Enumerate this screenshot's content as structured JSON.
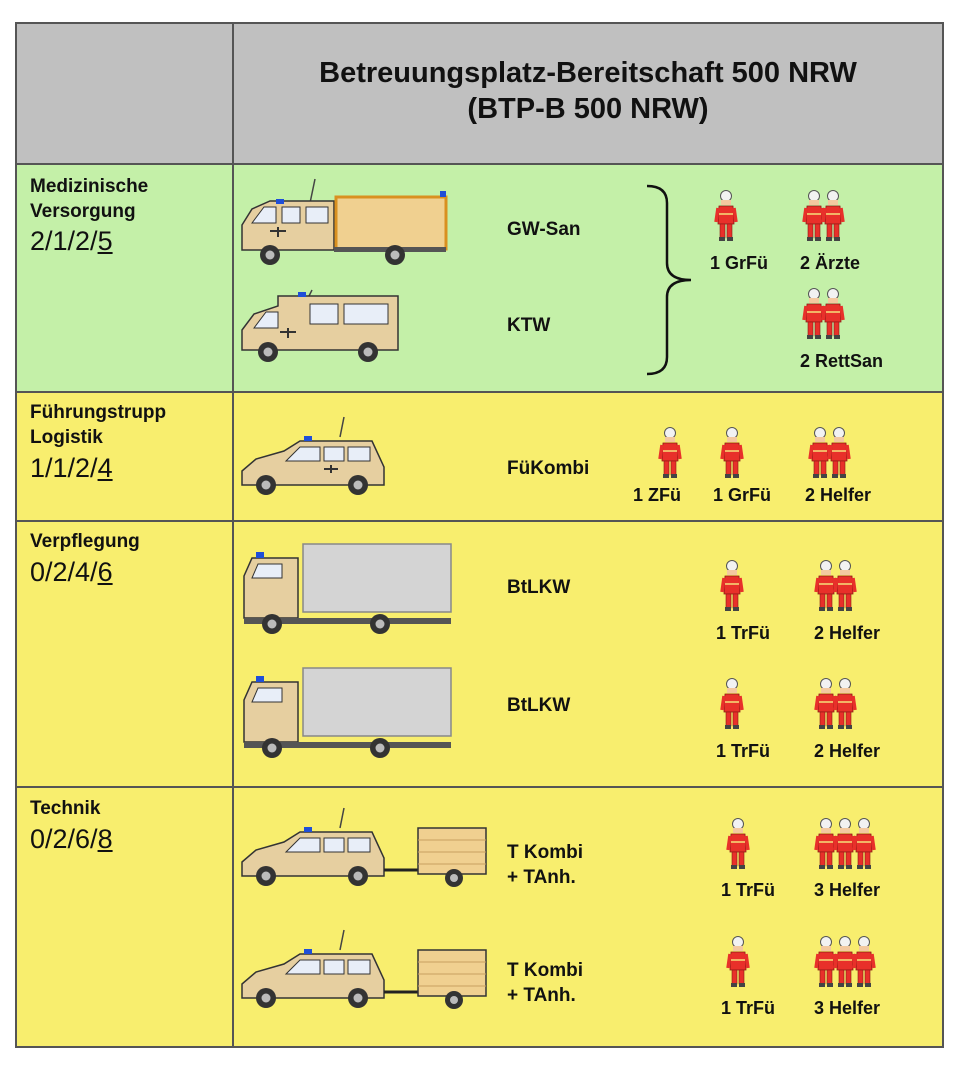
{
  "title": {
    "line1": "Betreuungsplatz-Bereitschaft 500 NRW",
    "line2": "(BTP-B 500 NRW)"
  },
  "sections": [
    {
      "label": "Medizinische\nVersorgung",
      "strength_prefix": "2/1/2/",
      "strength_total": "5",
      "vehicles": [
        "GW-San",
        "KTW"
      ],
      "personnel": [
        "1 GrFü",
        "2 Ärzte",
        "2 RettSan"
      ]
    },
    {
      "label": "Führungstrupp\nLogistik",
      "strength_prefix": "1/1/2/",
      "strength_total": "4",
      "vehicles": [
        "FüKombi"
      ],
      "personnel": [
        "1 ZFü",
        "1 GrFü",
        "2 Helfer"
      ]
    },
    {
      "label": "Verpflegung",
      "strength_prefix": "0/2/4/",
      "strength_total": "6",
      "vehicles": [
        "BtLKW",
        "BtLKW"
      ],
      "personnel": [
        "1 TrFü",
        "2 Helfer",
        "1 TrFü",
        "2 Helfer"
      ]
    },
    {
      "label": "Technik",
      "strength_prefix": "0/2/6/",
      "strength_total": "8",
      "vehicles": [
        "T Kombi\n+ TAnh.",
        "T Kombi\n+ TAnh."
      ],
      "personnel": [
        "1 TrFü",
        "3 Helfer",
        "1 TrFü",
        "3 Helfer"
      ]
    }
  ],
  "icons": {
    "vehicle_body_color": "#e6cfa0",
    "box_body_color": "#f0d090",
    "box_border_color": "#d99020",
    "cargo_color": "#d4d4d4",
    "person_color": "#e8302a",
    "blue_light_color": "#1f4fd8"
  }
}
